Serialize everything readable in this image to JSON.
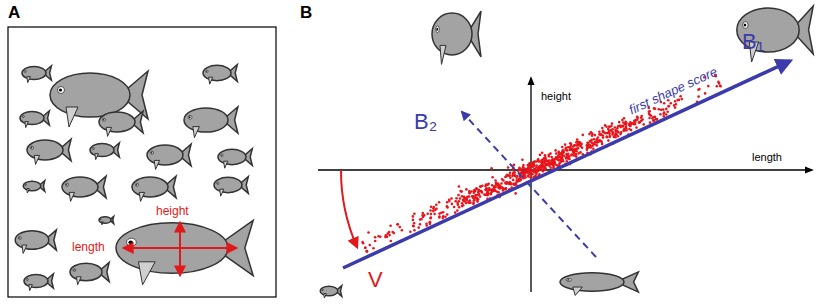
{
  "diagram": {
    "labels": [
      "A",
      "height",
      "length",
      "B",
      "B₂",
      "B₁",
      "height",
      "first shape score",
      "length",
      "V"
    ]
  }
}
